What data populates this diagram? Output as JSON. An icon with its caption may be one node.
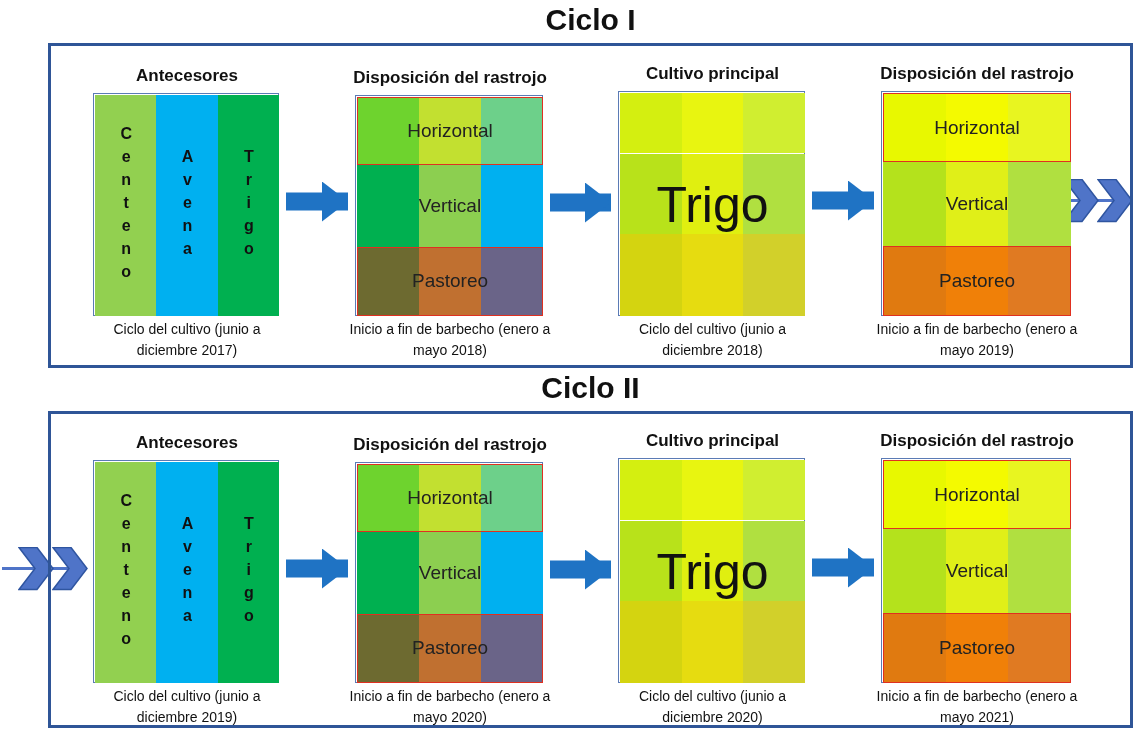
{
  "diagram": {
    "nodes": [
      {
        "text": [
          "Ciclo I"
        ]
      },
      {
        "text": [
          "Antecesores"
        ],
        "in": 0,
        "beside": [
          "Ciclo del cultivo (junio a diciembre 2017)"
        ]
      },
      {
        "text": [
          "Centeno"
        ],
        "in": 1
      },
      {
        "text": [
          "Avena"
        ],
        "in": 1
      },
      {
        "text": [
          "Trigo"
        ],
        "in": 1
      },
      {
        "text": [
          "Disposición del rastrojo"
        ],
        "in": 0,
        "beside": [
          "Inicio a fin de barbecho (enero a mayo 2018)"
        ]
      },
      {
        "text": [
          "Horizontal"
        ],
        "in": 5
      },
      {
        "text": [
          "Vertical"
        ],
        "in": 5
      },
      {
        "text": [
          "Pastoreo"
        ],
        "in": 5
      },
      {
        "text": [
          "Cultivo principal"
        ],
        "in": 0,
        "beside": [
          "Ciclo del cultivo (junio a diciembre 2018)"
        ]
      },
      {
        "text": [
          "Trigo"
        ],
        "in": 9
      },
      {
        "text": [
          "Disposición del rastrojo"
        ],
        "in": 0,
        "beside": [
          "Inicio a fin de barbecho (enero a mayo 2019)"
        ]
      },
      {
        "text": [
          "Horizontal"
        ],
        "in": 11
      },
      {
        "text": [
          "Vertical"
        ],
        "in": 11
      },
      {
        "text": [
          "Pastoreo"
        ],
        "in": 11
      },
      {
        "text": [
          "Ciclo II"
        ]
      },
      {
        "text": [
          "Antecesores"
        ],
        "in": 15,
        "beside": [
          "Ciclo del cultivo (junio a diciembre 2019)"
        ]
      },
      {
        "text": [
          "Centeno"
        ],
        "in": 16
      },
      {
        "text": [
          "Avena"
        ],
        "in": 16
      },
      {
        "text": [
          "Trigo"
        ],
        "in": 16
      },
      {
        "text": [
          "Disposición del rastrojo"
        ],
        "in": 15,
        "beside": [
          "Inicio a fin de barbecho (enero a mayo 2020)"
        ]
      },
      {
        "text": [
          "Horizontal"
        ],
        "in": 20
      },
      {
        "text": [
          "Vertical"
        ],
        "in": 20
      },
      {
        "text": [
          "Pastoreo"
        ],
        "in": 20
      },
      {
        "text": [
          "Cultivo principal"
        ],
        "in": 15,
        "beside": [
          "Ciclo del cultivo (junio a diciembre 2020)"
        ]
      },
      {
        "text": [
          "Trigo"
        ],
        "in": 24
      },
      {
        "text": [
          "Disposición del rastrojo"
        ],
        "in": 15,
        "beside": [
          "Inicio a fin de barbecho (enero a mayo 2021)"
        ]
      },
      {
        "text": [
          "Horizontal"
        ],
        "in": 26
      },
      {
        "text": [
          "Vertical"
        ],
        "in": 26
      },
      {
        "text": [
          "Pastoreo"
        ],
        "in": 26
      }
    ],
    "edges": [
      {
        "from": 1,
        "to": 5,
        "arrow": "to"
      },
      {
        "from": 5,
        "to": 9,
        "arrow": "to"
      },
      {
        "from": 9,
        "to": 11,
        "arrow": "to"
      },
      {
        "from": 11,
        "to": null,
        "arrow": "to"
      },
      {
        "from": null,
        "to": 16,
        "arrow": "to"
      },
      {
        "from": 16,
        "to": 20,
        "arrow": "to"
      },
      {
        "from": 20,
        "to": 24,
        "arrow": "to"
      },
      {
        "from": 24,
        "to": 26,
        "arrow": "to"
      }
    ]
  }
}
